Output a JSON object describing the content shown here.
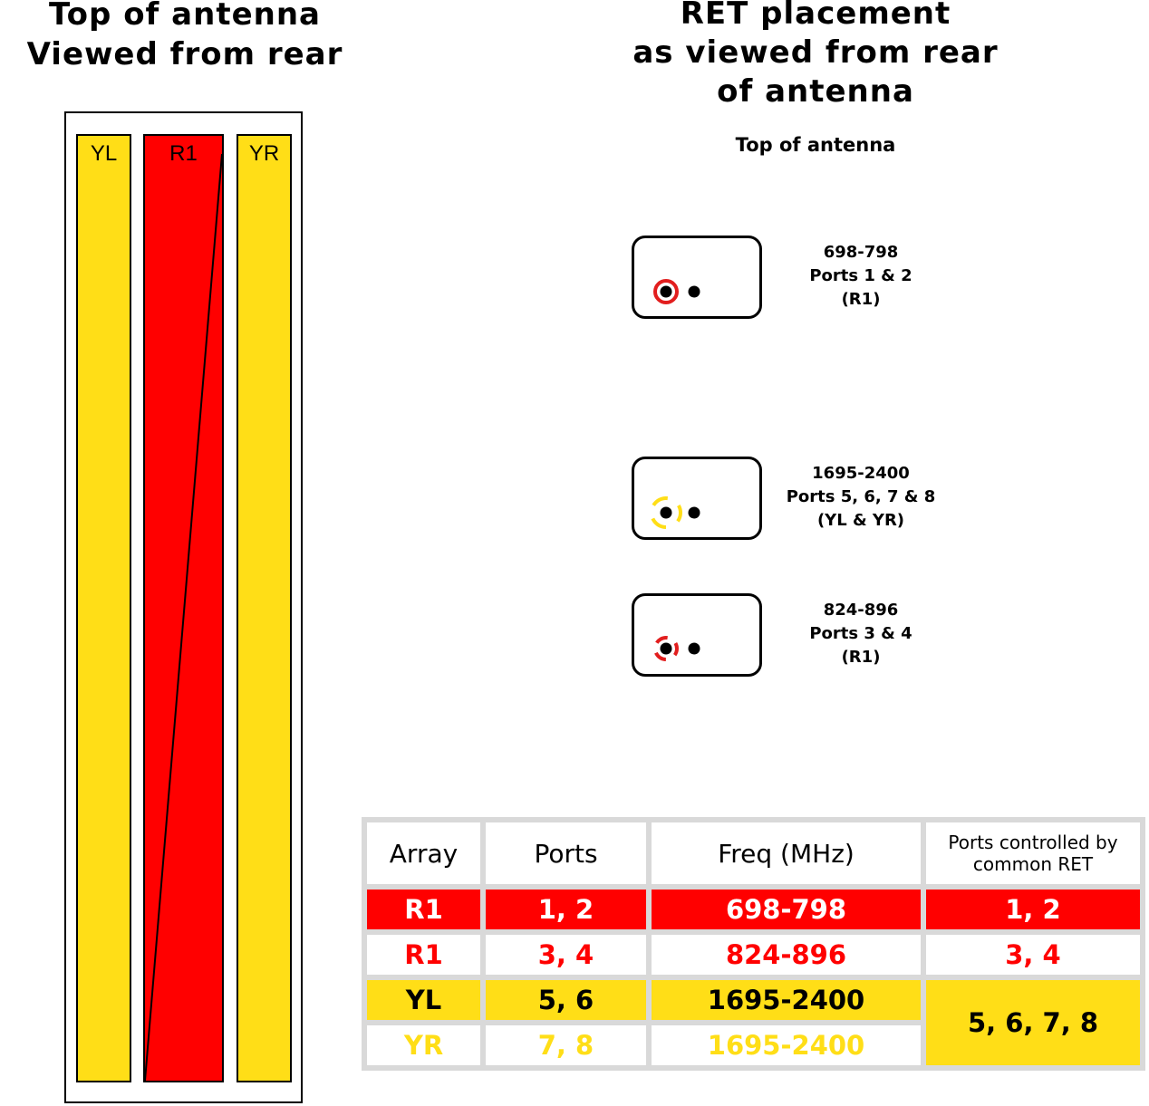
{
  "left_title": {
    "line1": "Top of antenna",
    "line2": "Viewed from rear"
  },
  "right_title": {
    "line1": "RET placement",
    "line2": "as viewed from rear",
    "line3": "of antenna"
  },
  "top_label": "Top of antenna",
  "columns": [
    {
      "label": "YL",
      "color": "#ffde17"
    },
    {
      "label": "R1",
      "color": "#ff0000"
    },
    {
      "label": "YR",
      "color": "#ffde17"
    }
  ],
  "rets": [
    {
      "lines": [
        "698-798",
        "Ports 1 & 2",
        "(R1)"
      ],
      "ring_color": "#e21e1e",
      "ring_style": "solid"
    },
    {
      "lines": [
        "1695-2400",
        "Ports 5, 6, 7 & 8",
        "(YL & YR)"
      ],
      "ring_color": "#ffde17",
      "ring_style": "dashed"
    },
    {
      "lines": [
        "824-896",
        "Ports 3 & 4",
        "(R1)"
      ],
      "ring_color": "#e21e1e",
      "ring_style": "dashed"
    }
  ],
  "table": {
    "headers": [
      "Array",
      "Ports",
      "Freq (MHz)",
      "Ports controlled by common RET"
    ],
    "rows": [
      {
        "array": "R1",
        "ports": "1, 2",
        "freq": "698-798",
        "common": "1, 2"
      },
      {
        "array": "R1",
        "ports": "3, 4",
        "freq": "824-896",
        "common": "3, 4"
      },
      {
        "array": "YL",
        "ports": "5, 6",
        "freq": "1695-2400",
        "common": "5, 6, 7, 8"
      },
      {
        "array": "YR",
        "ports": "7, 8",
        "freq": "1695-2400"
      }
    ]
  },
  "colors": {
    "red": "#ff0000",
    "yellow": "#ffde17",
    "white": "#ffffff",
    "black": "#000000"
  }
}
